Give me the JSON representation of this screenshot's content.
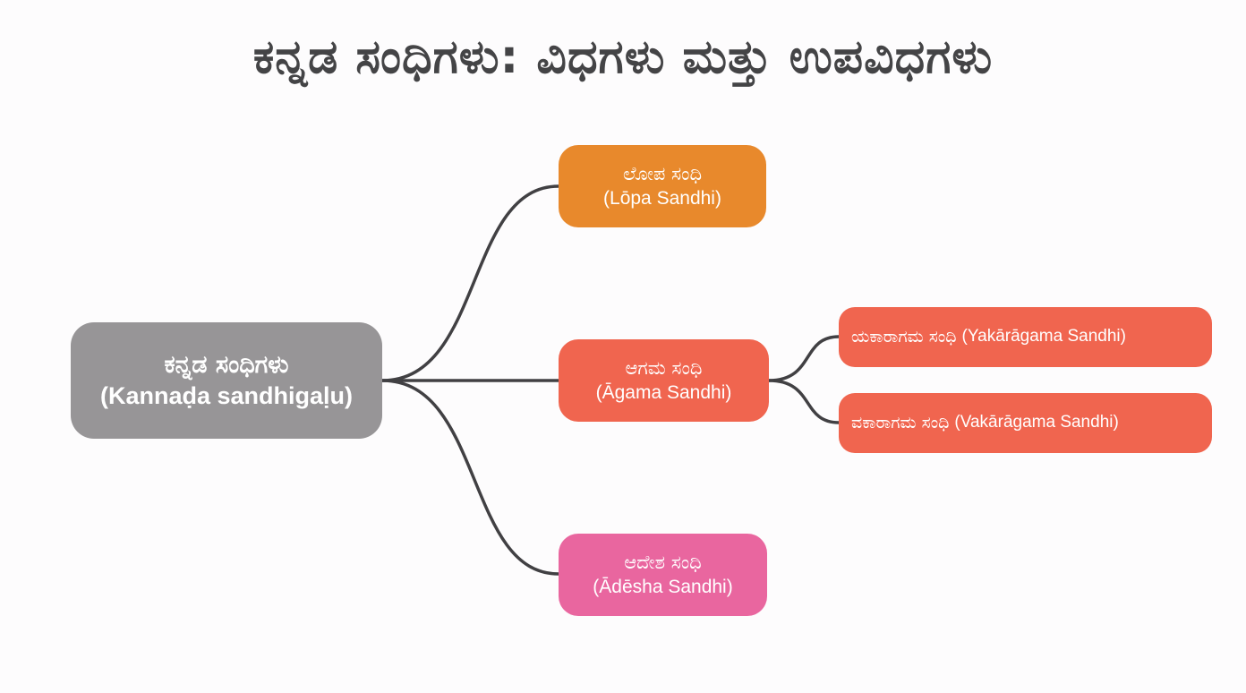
{
  "title": "ಕನ್ನಡ ಸಂಧಿಗಳು: ವಿಧಗಳು ಮತ್ತು ಉಪವಿಧಗಳು",
  "colors": {
    "root": "#979597",
    "lopa": "#e8892c",
    "agama": "#f0654f",
    "adesha": "#e9669f",
    "subtype": "#f0654f",
    "connector": "#414043",
    "title": "#444446"
  },
  "root": {
    "kannada": "ಕನ್ನಡ ಸಂಧಿಗಳು",
    "english": "(Kannaḍa sandhigaḷu)"
  },
  "types": [
    {
      "id": "lopa",
      "kannada": "ಲೋಪ ಸಂಧಿ",
      "english": "(Lōpa Sandhi)"
    },
    {
      "id": "agama",
      "kannada": "ಆಗಮ ಸಂಧಿ",
      "english": "(Āgama Sandhi)",
      "subtypes": [
        {
          "id": "yak",
          "kannada": "ಯಕಾರಾಗಮ ಸಂಧಿ",
          "english": "(Yakārāgama Sandhi)"
        },
        {
          "id": "vak",
          "kannada": "ವಕಾರಾಗಮ ಸಂಧಿ",
          "english": "(Vakārāgama Sandhi)"
        }
      ]
    },
    {
      "id": "adesha",
      "kannada": "ಆದೇಶ ಸಂಧಿ",
      "english": "(Ādēsha Sandhi)"
    }
  ]
}
